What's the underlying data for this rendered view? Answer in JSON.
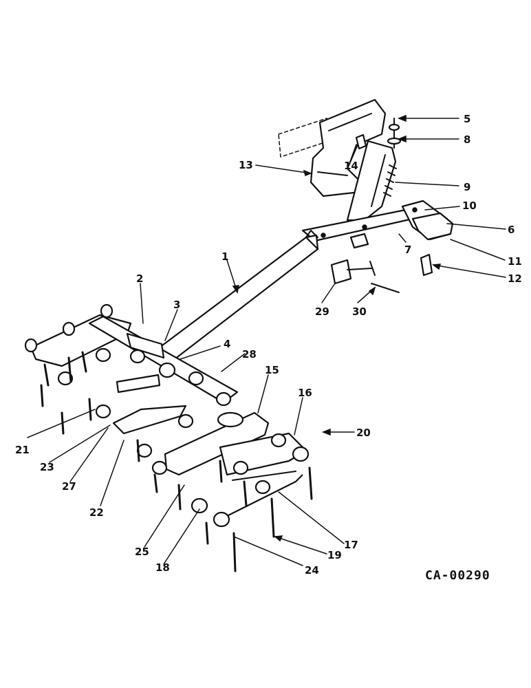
{
  "drawing": {
    "reference": "CA-00290",
    "callouts": [
      {
        "id": "c1",
        "label": "1"
      },
      {
        "id": "c2",
        "label": "2"
      },
      {
        "id": "c3",
        "label": "3"
      },
      {
        "id": "c4",
        "label": "4"
      },
      {
        "id": "c5",
        "label": "5"
      },
      {
        "id": "c6",
        "label": "6"
      },
      {
        "id": "c7",
        "label": "7"
      },
      {
        "id": "c8",
        "label": "8"
      },
      {
        "id": "c9",
        "label": "9"
      },
      {
        "id": "c10",
        "label": "10"
      },
      {
        "id": "c11",
        "label": "11"
      },
      {
        "id": "c12",
        "label": "12"
      },
      {
        "id": "c13",
        "label": "13"
      },
      {
        "id": "c14",
        "label": "14"
      },
      {
        "id": "c15",
        "label": "15"
      },
      {
        "id": "c16",
        "label": "16"
      },
      {
        "id": "c17",
        "label": "17"
      },
      {
        "id": "c18",
        "label": "18"
      },
      {
        "id": "c19",
        "label": "19"
      },
      {
        "id": "c20",
        "label": "20"
      },
      {
        "id": "c21",
        "label": "21"
      },
      {
        "id": "c22",
        "label": "22"
      },
      {
        "id": "c23",
        "label": "23"
      },
      {
        "id": "c24",
        "label": "24"
      },
      {
        "id": "c25",
        "label": "25"
      },
      {
        "id": "c27",
        "label": "27"
      },
      {
        "id": "c28",
        "label": "28"
      },
      {
        "id": "c29",
        "label": "29"
      },
      {
        "id": "c30",
        "label": "30"
      }
    ]
  }
}
